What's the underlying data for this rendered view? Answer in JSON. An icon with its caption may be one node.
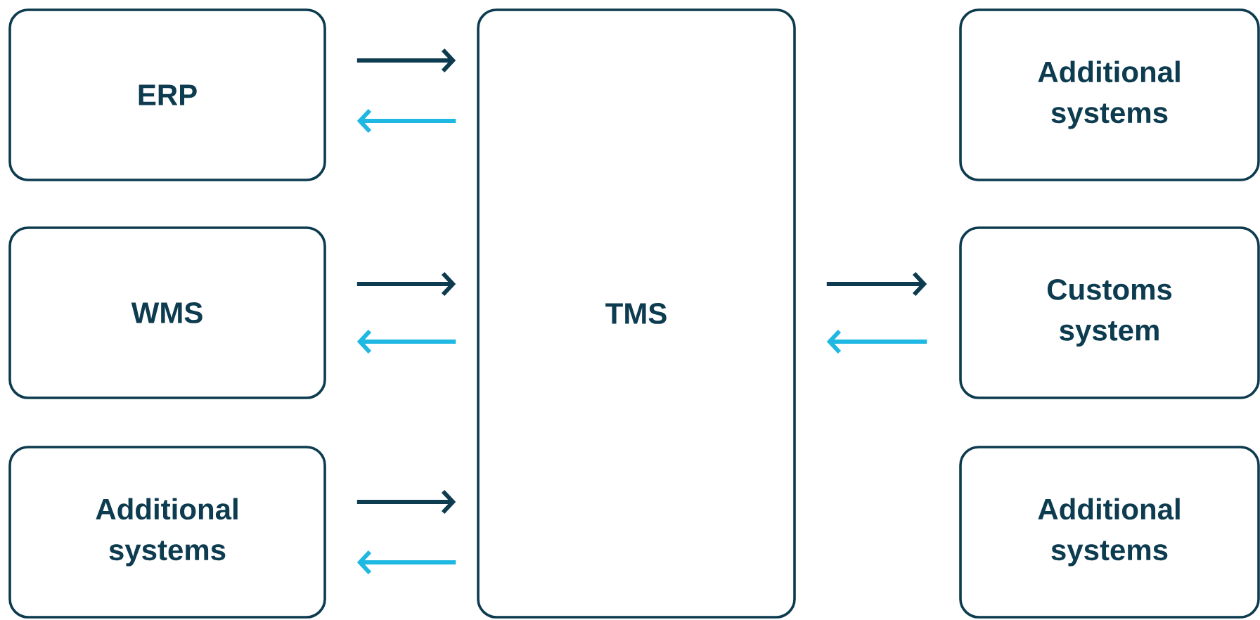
{
  "diagram": {
    "nodes": [
      {
        "text": [
          "ERP"
        ]
      },
      {
        "text": [
          "WMS"
        ]
      },
      {
        "text": [
          "Additional systems"
        ]
      },
      {
        "text": [
          "TMS"
        ]
      },
      {
        "text": [
          "Additional systems"
        ]
      },
      {
        "text": [
          "Customs system"
        ]
      },
      {
        "text": [
          "Additional systems"
        ]
      }
    ],
    "edges": [
      {
        "from": 0,
        "to": 3,
        "arrow": "to",
        "color": "#0d3b4f"
      },
      {
        "from": 3,
        "to": 0,
        "arrow": "to",
        "color": "#1fb8e3"
      },
      {
        "from": 1,
        "to": 3,
        "arrow": "to",
        "color": "#0d3b4f"
      },
      {
        "from": 3,
        "to": 1,
        "arrow": "to",
        "color": "#1fb8e3"
      },
      {
        "from": 2,
        "to": 3,
        "arrow": "to",
        "color": "#0d3b4f"
      },
      {
        "from": 3,
        "to": 2,
        "arrow": "to",
        "color": "#1fb8e3"
      },
      {
        "from": 3,
        "to": 5,
        "arrow": "to",
        "color": "#0d3b4f"
      },
      {
        "from": 5,
        "to": 3,
        "arrow": "to",
        "color": "#1fb8e3"
      }
    ]
  }
}
